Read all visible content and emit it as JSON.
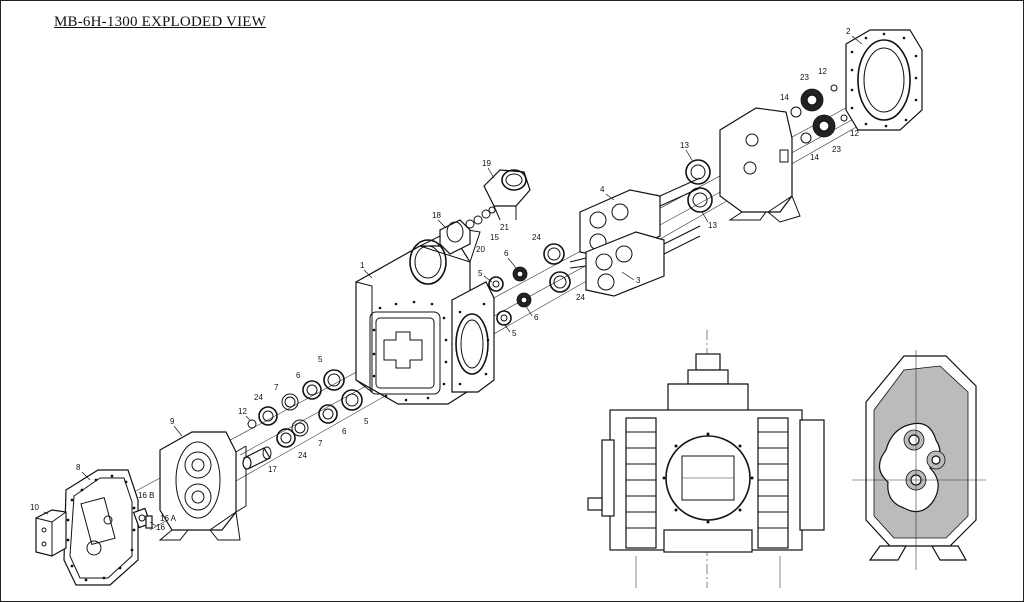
{
  "title": "MB-6H-1300  EXPLODED VIEW",
  "part_labels": {
    "p1": "1",
    "p2": "2",
    "p3": "3",
    "p4": "4",
    "p5a": "5",
    "p5b": "5",
    "p5c": "5",
    "p5d": "5",
    "p6a": "6",
    "p6b": "6",
    "p6c": "6",
    "p6d": "6",
    "p7a": "7",
    "p7b": "7",
    "p8": "8",
    "p9": "9",
    "p10": "10",
    "p12a": "12",
    "p12b": "12",
    "p12c": "12",
    "p13a": "13",
    "p13b": "13",
    "p14a": "14",
    "p14b": "14",
    "p15": "15",
    "p16": "16",
    "p16a": "16 A",
    "p16b": "16 B",
    "p17": "17",
    "p18": "18",
    "p19": "19",
    "p20": "20",
    "p21": "21",
    "p23a": "23",
    "p23b": "23",
    "p24a": "24",
    "p24b": "24",
    "p24c": "24",
    "p24d": "24"
  }
}
